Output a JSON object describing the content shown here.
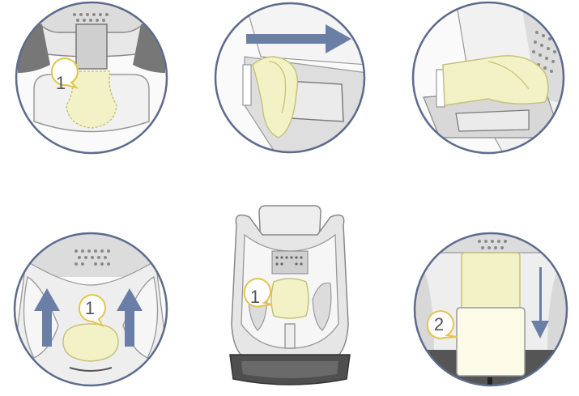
{
  "steps": {
    "step_a": {
      "label": "1"
    },
    "step_d": {
      "label": "1"
    },
    "step_e": {
      "label": "1"
    },
    "step_f": {
      "label": "2"
    }
  },
  "colors": {
    "outline": "#5d6b8c",
    "pad": "#f3f2c6",
    "pad_stroke": "#c6c27a",
    "seat": "#eeeeee",
    "seat_dark": "#d4d4d4",
    "arrow": "#6b7fa6",
    "callout_stroke": "#e3c54a",
    "base": "#555555"
  },
  "icons": [
    "arrow-right-icon",
    "arrow-up-icon",
    "arrow-down-icon"
  ]
}
